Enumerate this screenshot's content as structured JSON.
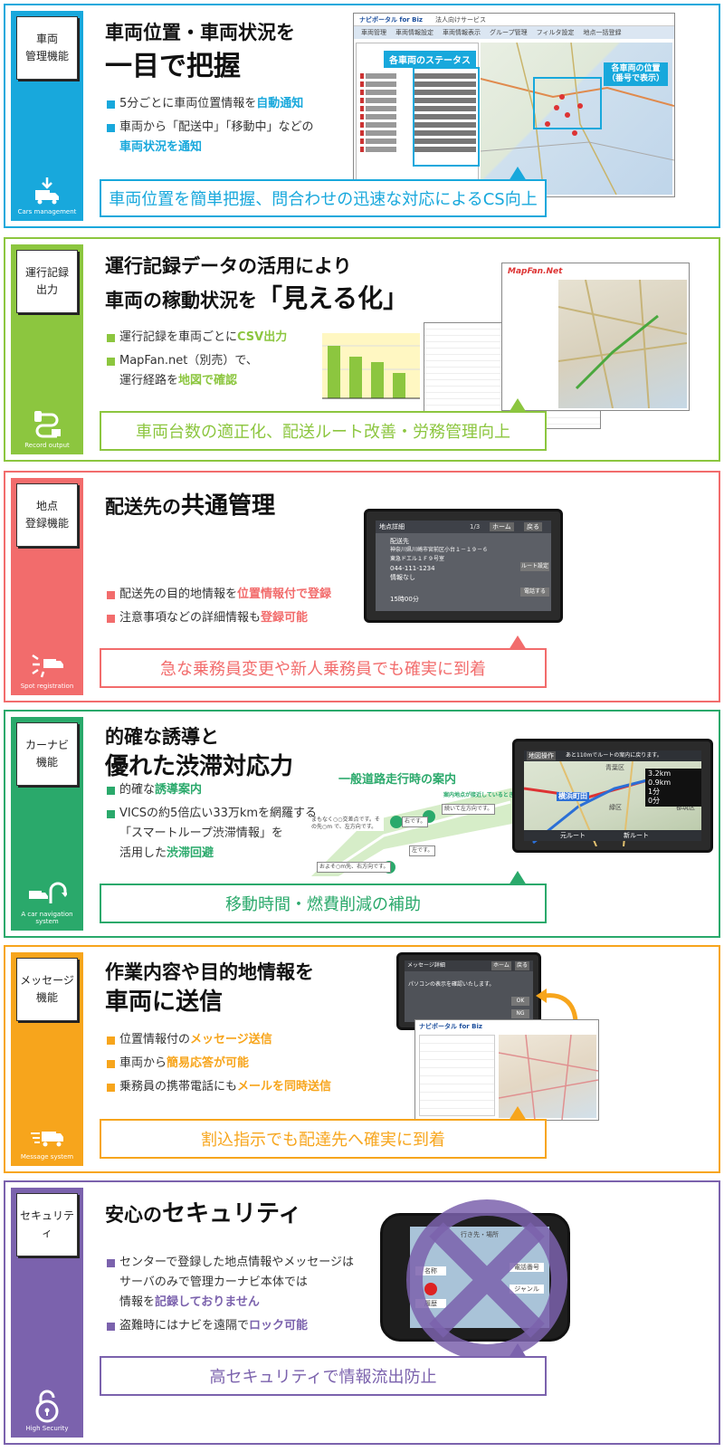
{
  "sections": [
    {
      "color": "#18a8dc",
      "side_label": "車両\n管理機能",
      "side_en": "Cars management",
      "icon": "truck-download-icon",
      "title_line1": "車両位置・車両状況を",
      "title_line2": "一目で把握",
      "bullets": [
        [
          "5分ごとに車両位置情報を",
          "自動通知"
        ],
        [
          "車両から「配送中」「移動中」などの",
          ""
        ],
        [
          "",
          "車両状況を通知"
        ]
      ],
      "banner": "車両位置を簡単把握、問合わせの迅速な対応によるCS向上",
      "screen": {
        "app_title": "ナビポータル for Biz",
        "app_sub": "法人向けサービス",
        "tabs": [
          "車両管理",
          "車両情報設定",
          "車両情報表示",
          "グループ管理",
          "フィルタ設定",
          "地点一括登録"
        ],
        "status_callout": "各車両のステータス",
        "map_callout": "各車両の位置\n（番号で表示）"
      }
    },
    {
      "color": "#8cc63f",
      "side_label": "運行記録\n出力",
      "side_en": "Record output",
      "icon": "record-output-icon",
      "title_line1": "運行記録データの活用により",
      "title_line2_a": "車両の稼動状況を",
      "title_line2_b": "「見える化」",
      "bullets": [
        [
          "運行記録を車両ごとに",
          "CSV出力"
        ],
        [
          "MapFan.net（別売）で、",
          ""
        ],
        [
          "運行経路を",
          "地図で確認"
        ]
      ],
      "banner": "車両台数の適正化、配送ルート改善・労務管理向上",
      "mapfan_logo": "MapFan.Net"
    },
    {
      "color": "#f26c6c",
      "side_label": "地点\n登録機能",
      "side_en": "Spot registration",
      "icon": "spot-registration-icon",
      "title_a": "配送先の",
      "title_b": "共通管理",
      "bullets": [
        [
          "配送先の目的地情報を",
          "位置情報付で登録"
        ],
        [
          "注意事項などの詳細情報も",
          "登録可能"
        ]
      ],
      "banner": "急な乗務員変更や新人乗務員でも確実に到着",
      "screen": {
        "header": "地点詳細",
        "page": "1/3",
        "home": "ホーム",
        "back": "戻る",
        "name": "配送先",
        "address": "神奈川県川崎市宮前区小台１－１９－６",
        "address2": "東急ドエル１Ｆ９号室",
        "tel": "044-111-1234",
        "note": "情報なし",
        "time": "15時00分",
        "route": "ルート設定",
        "call": "電話する"
      }
    },
    {
      "color": "#2aa96b",
      "side_label": "カーナビ\n機能",
      "side_en": "A car navigation system",
      "icon": "car-navigation-icon",
      "title_line1": "的確な誘導と",
      "title_line2": "優れた渋滞対応力",
      "bullets": [
        [
          "的確な",
          "誘導案内"
        ],
        [
          "VICSの約5倍広い33万kmを網羅する",
          ""
        ],
        [
          "「スマートループ渋滞情報」を",
          ""
        ],
        [
          "活用した",
          "渋滞回避"
        ]
      ],
      "banner": "移動時間・燃費削減の補助",
      "diagram_title": "一般道路走行時の案内",
      "diagram_labels": [
        "およそ○m先、右方向です。",
        "まもなく○○交差点です。その先○m で、左方向です。",
        "左です。",
        "続いて左方向です。",
        "右です。",
        "案内地点が接近しているとき"
      ],
      "nav": {
        "header": "地図操作",
        "header_text": "あと110mでルートの案内に戻ります。",
        "place1": "青葉区",
        "place2": "横浜町田",
        "place3": "緑区",
        "place4": "都筑区",
        "dist1": "3.2km",
        "dist2": "0.9km",
        "time1": "1分",
        "time2": "0分",
        "legend1": "元ルート",
        "legend2": "新ルート"
      }
    },
    {
      "color": "#f7a51c",
      "side_label": "メッセージ\n機能",
      "side_en": "Message system",
      "icon": "message-system-icon",
      "title_line1": "作業内容や目的地情報を",
      "title_line2": "車両に送信",
      "bullets": [
        [
          "位置情報付の",
          "メッセージ送信"
        ],
        [
          "車両から",
          "簡易応答が可能"
        ],
        [
          "乗務員の携帯電話にも",
          "メールを同時送信"
        ]
      ],
      "banner": "割込指示でも配達先へ確実に到着",
      "screen": {
        "header": "メッセージ詳細",
        "home": "ホーム",
        "back": "戻る",
        "msg": "パソコンの表示を確認いたします。",
        "ok": "OK",
        "ng": "NG",
        "app_title": "ナビポータル for Biz"
      }
    },
    {
      "color": "#7b62ad",
      "side_label": "セキュリティ",
      "side_en": "High Security",
      "icon": "padlock-icon",
      "title_a": "安心の",
      "title_b": "セキュリティ",
      "bullets": [
        [
          "センターで登録した地点情報やメッセージは",
          ""
        ],
        [
          "サーバのみで管理カーナビ本体では",
          ""
        ],
        [
          "情報を",
          "記録しておりません"
        ],
        [
          "盗難時にはナビを遠隔で",
          "ロック可能"
        ]
      ],
      "banner": "高セキュリティで情報流出防止",
      "device": {
        "top": "行き先・場所",
        "btn1": "名称",
        "btn2": "電話番号",
        "btn3": "ジャンル",
        "btn4": "履歴"
      }
    }
  ]
}
